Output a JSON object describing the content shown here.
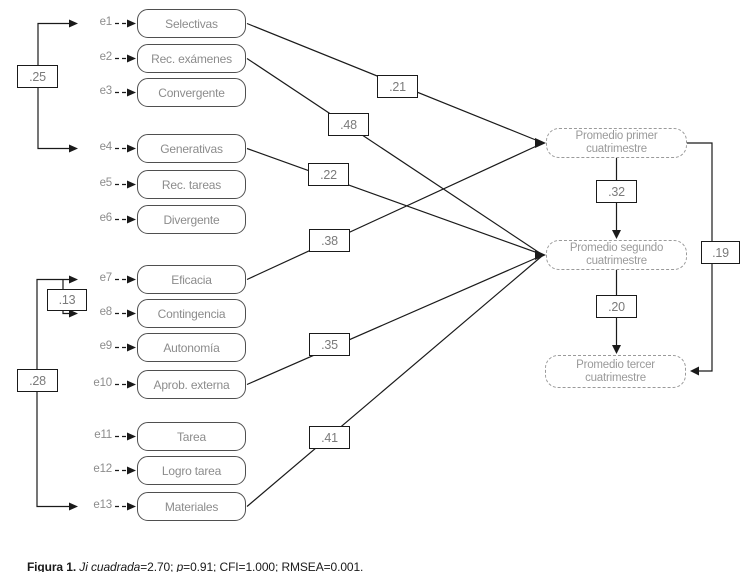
{
  "figure": {
    "caption": {
      "prefix": "Figura 1. ",
      "stat1_label": "Ji cuadrada",
      "stat1_value": "=2.70; ",
      "stat2_label": "p",
      "stat2_value": "=0.91; CFI=1.000; RMSEA=0.001."
    }
  },
  "observed": [
    {
      "error": "e1",
      "label": "Selectivas"
    },
    {
      "error": "e2",
      "label": "Rec. exámenes"
    },
    {
      "error": "e3",
      "label": "Convergente"
    },
    {
      "error": "e4",
      "label": "Generativas"
    },
    {
      "error": "e5",
      "label": "Rec. tareas"
    },
    {
      "error": "e6",
      "label": "Divergente"
    },
    {
      "error": "e7",
      "label": "Eficacia"
    },
    {
      "error": "e8",
      "label": "Contingencia"
    },
    {
      "error": "e9",
      "label": "Autonomía"
    },
    {
      "error": "e10",
      "label": "Aprob. externa"
    },
    {
      "error": "e11",
      "label": "Tarea"
    },
    {
      "error": "e12",
      "label": "Logro tarea"
    },
    {
      "error": "e13",
      "label": "Materiales"
    }
  ],
  "outcomes": [
    {
      "line1": "Promedio primer",
      "line2": "cuatrimestre"
    },
    {
      "line1": "Promedio segundo",
      "line2": "cuatrimestre"
    },
    {
      "line1": "Promedio tercer",
      "line2": "cuatrimestre"
    }
  ],
  "coefficients": {
    "paths": [
      {
        "value": ".21",
        "from": "Selectivas",
        "to": "Promedio primer cuatrimestre"
      },
      {
        "value": ".48",
        "from": "Rec. exámenes",
        "to": "Promedio segundo cuatrimestre"
      },
      {
        "value": ".22",
        "from": "Generativas",
        "to": "Promedio segundo cuatrimestre"
      },
      {
        "value": ".38",
        "from": "Eficacia",
        "to": "Promedio primer cuatrimestre"
      },
      {
        "value": ".35",
        "from": "Aprob. externa",
        "to": "Promedio segundo cuatrimestre"
      },
      {
        "value": ".41",
        "from": "Materiales",
        "to": "Promedio segundo cuatrimestre"
      }
    ],
    "structural": [
      {
        "value": ".32",
        "from": "Promedio primer cuatrimestre",
        "to": "Promedio segundo cuatrimestre"
      },
      {
        "value": ".20",
        "from": "Promedio segundo cuatrimestre",
        "to": "Promedio tercer cuatrimestre"
      },
      {
        "value": ".19",
        "from": "Promedio primer cuatrimestre",
        "to": "Promedio tercer cuatrimestre"
      }
    ],
    "covariances": [
      {
        "value": ".25",
        "between": [
          "e1",
          "e4"
        ]
      },
      {
        "value": ".13",
        "between": [
          "e7",
          "e8"
        ]
      },
      {
        "value": ".28",
        "between": [
          "e7",
          "e13"
        ]
      }
    ]
  },
  "colors": {
    "line": "#1a1a1a",
    "observed_border": "#4f4f4f",
    "muted_text": "#8c8c8c",
    "dashed_border": "#9a9a9a"
  }
}
